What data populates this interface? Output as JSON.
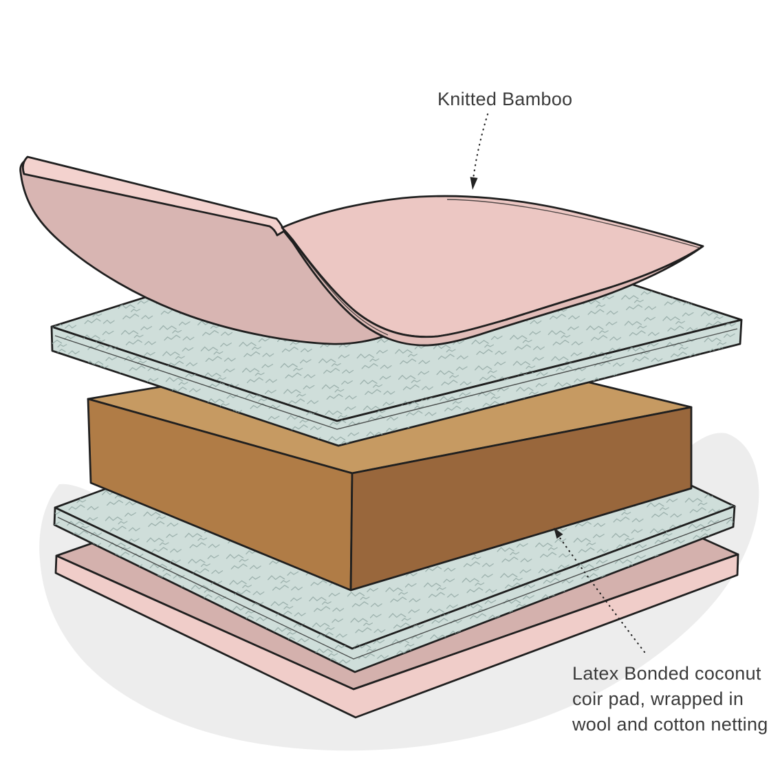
{
  "annotations": {
    "knitted_bamboo": {
      "text": "Knitted Bamboo"
    },
    "coir_pad": {
      "text": "Latex Bonded coconut coir pad, wrapped in wool and cotton netting",
      "lines": [
        "Latex Bonded coconut",
        "coir pad, wrapped in",
        "wool and cotton netting"
      ]
    }
  },
  "layers": [
    {
      "name": "knitted-bamboo-cover",
      "label": "Knitted Bamboo"
    },
    {
      "name": "quilted-wool-cotton-layer-upper"
    },
    {
      "name": "latex-bonded-coconut-coir-pad",
      "label": "Latex Bonded coconut coir pad, wrapped in wool and cotton netting"
    },
    {
      "name": "quilted-wool-cotton-layer-lower"
    },
    {
      "name": "base-cover-layer"
    }
  ],
  "colors": {
    "background": "#ffffff",
    "shadow": "#ededed",
    "outline": "#1f1f1f",
    "text": "#3a3a3a",
    "arrow": "#222222",
    "sheet_top": "#ecc7c3",
    "sheet_underside": "#d8b5b2",
    "sheet_edge_band": "#f3d2ce",
    "sheet_front_edge": "#e2bdb9",
    "quilt_base": "#cfdeda",
    "quilt_texture": "#91a7a3",
    "coir_top": "#c69a62",
    "coir_left": "#b07c46",
    "coir_right": "#99673c",
    "base_top": "#d4b1ad",
    "base_side": "#f0cdc9"
  }
}
